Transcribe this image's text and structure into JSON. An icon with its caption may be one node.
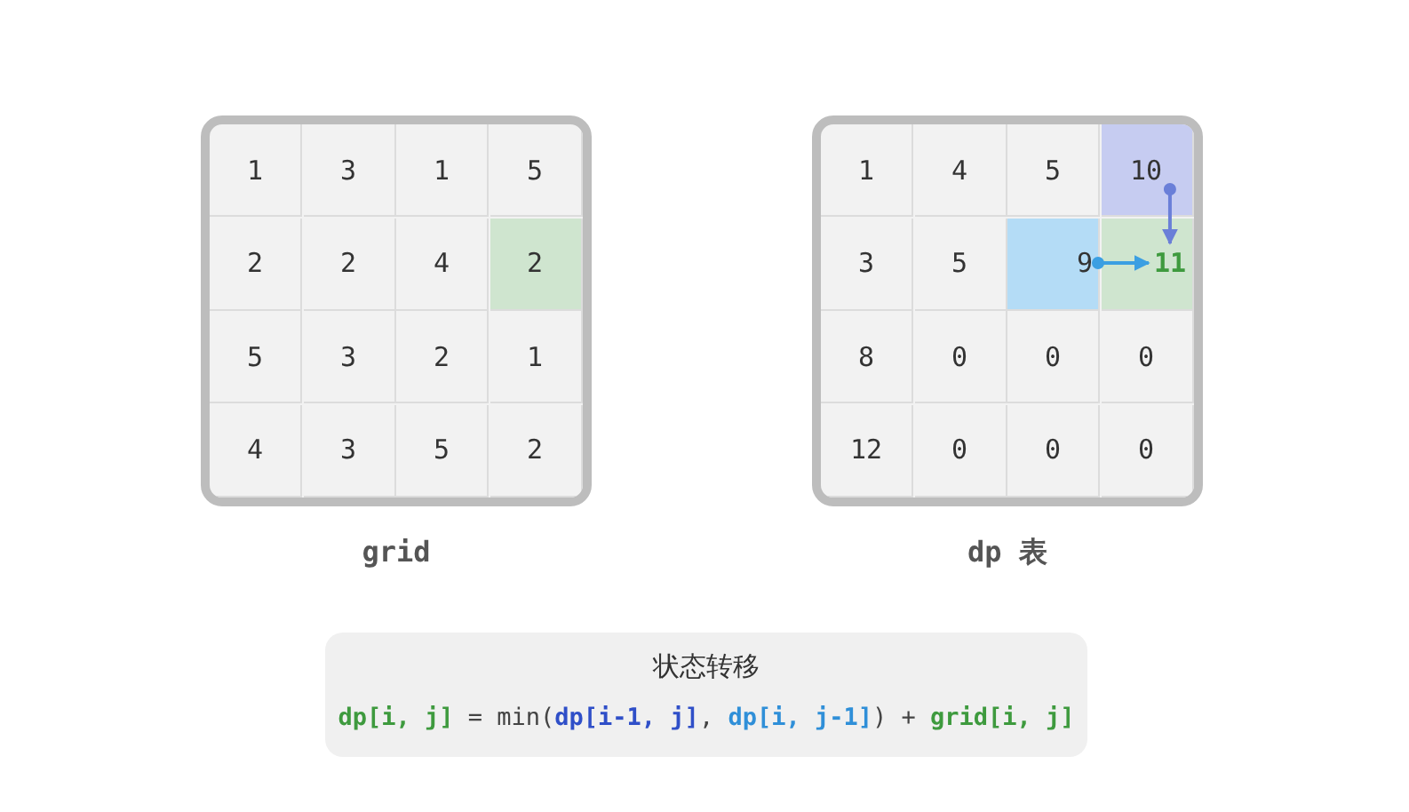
{
  "diagram": {
    "nodes": [
      {
        "text": [
          "grid"
        ]
      },
      {
        "text": [
          "dp 表"
        ]
      },
      {
        "text": [
          "10"
        ],
        "in": 1
      },
      {
        "text": [
          "9"
        ],
        "in": 1
      },
      {
        "text": [
          "11"
        ],
        "in": 1
      },
      {
        "text": [
          "状态转移",
          "**dp[i, j]** = min(**dp[i-1, j]**, **dp[i, j-1]**) + **grid[i, j]**"
        ]
      }
    ],
    "edges": [
      {
        "from": 2,
        "to": 4,
        "arrow": "to",
        "color": "#6a7fd8"
      },
      {
        "from": 3,
        "to": 4,
        "arrow": "to",
        "color": "#3b9fe2"
      }
    ],
    "labels": [
      "1",
      "3",
      "1",
      "5",
      "2",
      "2",
      "4",
      "2",
      "5",
      "3",
      "2",
      "1",
      "4",
      "3",
      "5",
      "2",
      "1",
      "4",
      "5",
      "3",
      "5",
      "8",
      "0",
      "0",
      "0",
      "12",
      "0",
      "0",
      "0"
    ]
  }
}
